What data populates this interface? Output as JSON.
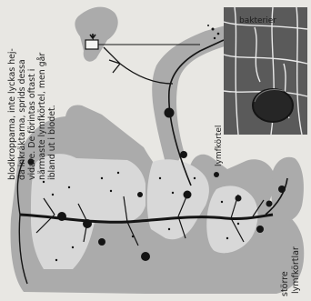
{
  "caption": {
    "lines": [
      "blodkropparna, inte lyckas hej-",
      "da inkräktarna, sprids dessa",
      "vidare. De förintas oftast i",
      "närmaste lymfkörtel, men går",
      "ibland ut i blodet."
    ]
  },
  "labels": {
    "bacteria": "bakterier",
    "lymph_node": "lymfkörtel",
    "larger_nodes_line1": "större",
    "larger_nodes_line2": "lymfkörtlar"
  },
  "colors": {
    "background": "#e8e7e3",
    "body": "#ababab",
    "body_light": "#d8d8d8",
    "vessel": "#141414",
    "inset_bg": "#5a5a5a",
    "inset_vein": "#e9e9e9"
  }
}
